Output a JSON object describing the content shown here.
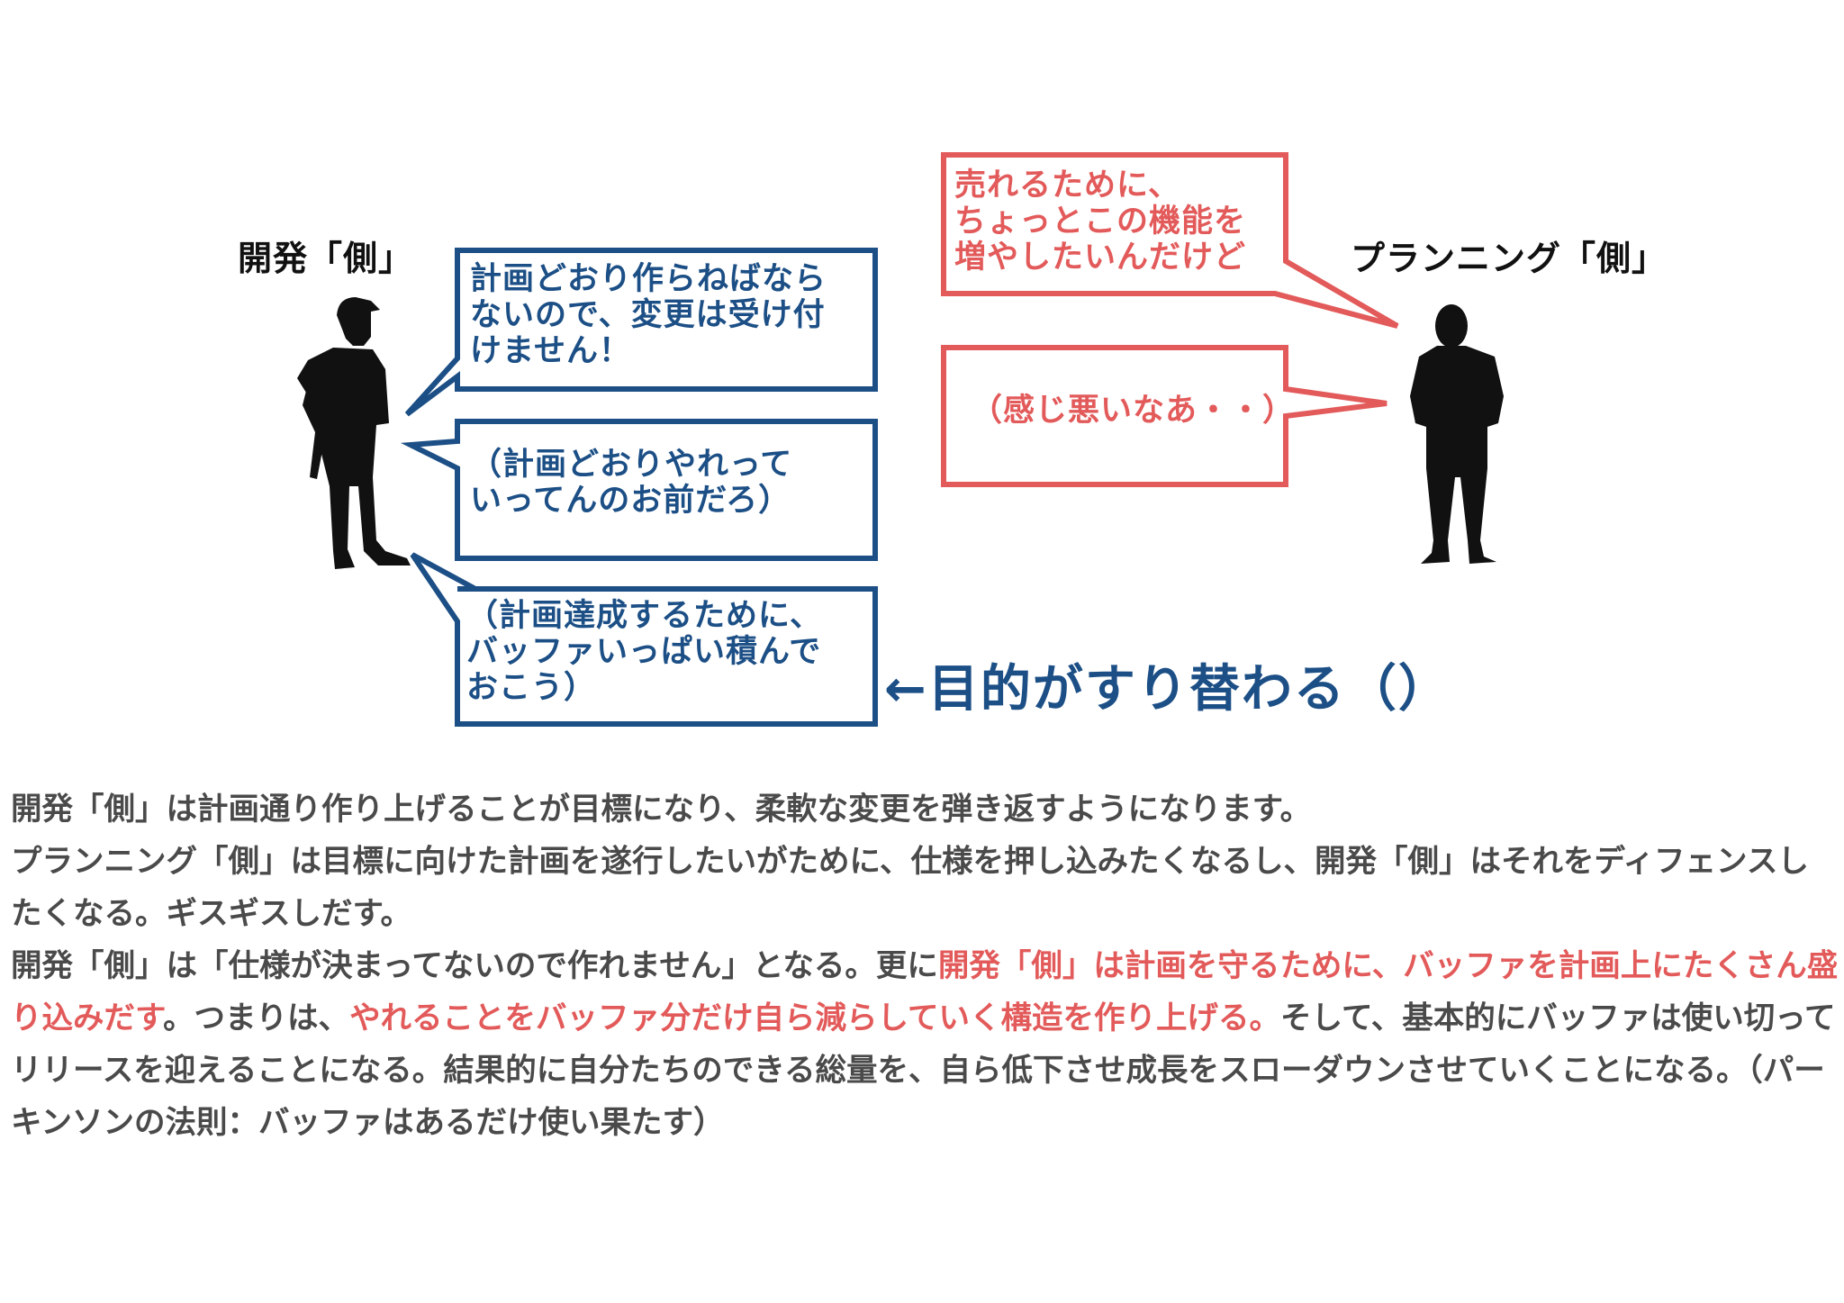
{
  "labels": {
    "dev_side": "開発「側」",
    "planning_side": "プランニング「側」"
  },
  "bubbles": {
    "dev_1": "計画どおり作らねばなら\nないので、変更は受け付\nけません！",
    "dev_2": "（計画どおりやれって\nいってんのお前だろ）",
    "dev_3": "（計画達成するために、\nバッファいっぱい積んで\nおこう）",
    "plan_1": "売れるために、\nちょっとこの機能を\n増やしたいんだけど",
    "plan_2": "（感じ悪いなあ・・）"
  },
  "purpose_note": "←目的がすり替わる（）",
  "colors": {
    "blue": "#1c4f86",
    "red": "#e35a5a",
    "body_text": "#4a4a4a"
  },
  "icons": {
    "dev_figure": "worker-silhouette-icon",
    "planning_figure": "businessman-silhouette-icon"
  },
  "paragraphs": [
    {
      "segments": [
        {
          "text": "開発「側」は計画通り作り上げることが目標になり、柔軟な変更を弾き返すようになります。",
          "hl": false
        }
      ]
    },
    {
      "segments": [
        {
          "text": "プランニング「側」は目標に向けた計画を遂行したいがために、仕様を押し込みたくなるし、開発「側」はそれをディフェンスしたくなる。ギスギスしだす。",
          "hl": false
        }
      ]
    },
    {
      "segments": [
        {
          "text": "開発「側」は「仕様が決まってないので作れません」となる。更に",
          "hl": false
        },
        {
          "text": "開発「側」は計画を守るために、バッファを計画上にたくさん盛り込みだす",
          "hl": true
        },
        {
          "text": "。つまりは、",
          "hl": false
        },
        {
          "text": "やれることをバッファ分だけ自ら減らしていく構造を作り上げる。",
          "hl": true
        },
        {
          "text": "そして、基本的にバッファは使い切ってリリースを迎えることになる。結果的に自分たちのできる総量を、自ら低下させ成長をスローダウンさせていくことになる。（パーキンソンの法則：バッファはあるだけ使い果たす）",
          "hl": false
        }
      ]
    }
  ]
}
